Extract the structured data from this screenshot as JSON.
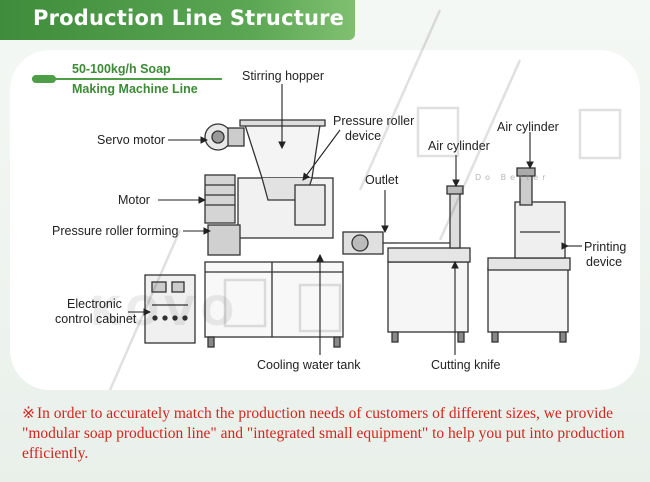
{
  "header": {
    "title": "Production Line Structure"
  },
  "subtitle": {
    "line1": "50-100kg/h Soap",
    "line2": "Making Machine Line"
  },
  "labels": {
    "stirring_hopper": "Stirring hopper",
    "pressure_roller_device_1": "Pressure roller",
    "pressure_roller_device_2": "device",
    "servo_motor": "Servo motor",
    "air_cylinder_1": "Air cylinder",
    "air_cylinder_2": "Air cylinder",
    "motor": "Motor",
    "outlet": "Outlet",
    "pressure_roller_forming": "Pressure roller forming",
    "printing_device_1": "Printing",
    "printing_device_2": "device",
    "electronic_control_1": "Electronic",
    "electronic_control_2": "control cabinet",
    "cooling_water_tank": "Cooling water tank",
    "cutting_knife": "Cutting knife"
  },
  "watermark": {
    "brand": "KOVO",
    "tag": "Do Better"
  },
  "note": {
    "symbol": "※",
    "text": "In order to accurately match the production needs of customers of different sizes, we provide \"modular soap production line\" and \"integrated small equipment\" to help you put into production efficiently."
  },
  "colors": {
    "accent_green": "#4e9e47",
    "note_red": "#d3261e"
  }
}
